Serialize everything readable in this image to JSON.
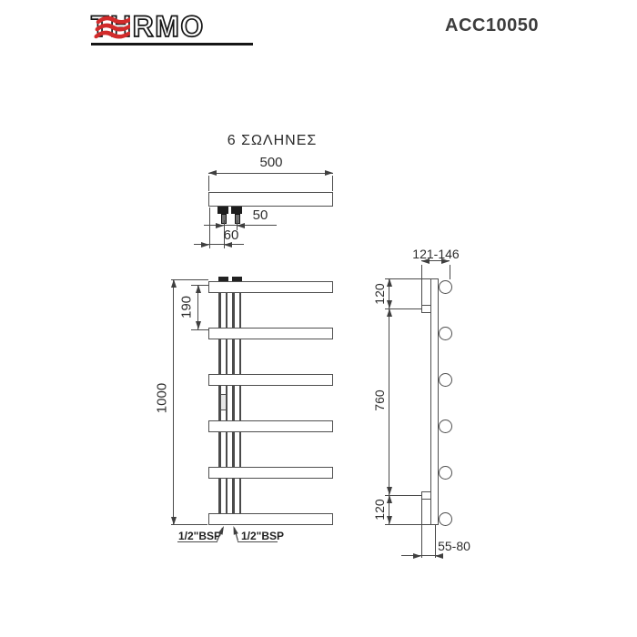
{
  "header": {
    "logo_text_left": "TH",
    "logo_text_right": "RMO",
    "model_code": "ACC10050"
  },
  "drawing": {
    "title": "6 ΣΩΛΗΝΕΣ",
    "front_view": {
      "overall_width": "500",
      "connection_spacing": "50",
      "connection_offset": "60",
      "overall_height": "1000",
      "top_tube_pitch": "190",
      "connection_left": "1/2\"BSP",
      "connection_right": "1/2\"BSP",
      "tube_count": 6
    },
    "side_view": {
      "depth_range": "121-146",
      "top_fixing_offset": "120",
      "fixing_centres": "760",
      "bottom_fixing_offset": "120",
      "wall_clearance_range": "55-80"
    }
  },
  "colors": {
    "line": "#4a4a4a",
    "text": "#2d2d2d",
    "logo_red": "#d22b2b",
    "logo_outline": "#161616",
    "model_text": "#3d3d3d"
  }
}
